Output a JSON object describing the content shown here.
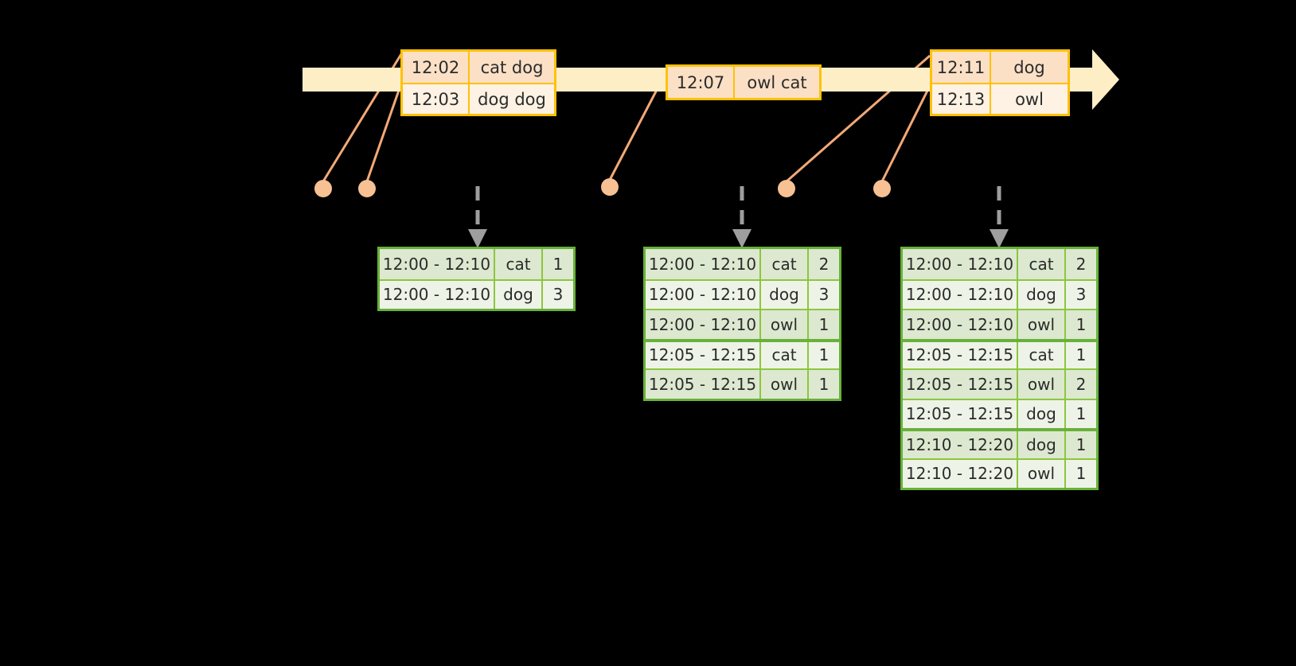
{
  "diagram": {
    "colors": {
      "background": "#000000",
      "timeline_fill": "#fdeec6",
      "event_border": "#ffc107",
      "event_fill": "#fdf2e3",
      "event_fill_shade": "#fbe0c6",
      "connector": "#f3a977",
      "dot": "#f7c193",
      "table_border": "#67b13a",
      "table_grid": "#8cc63f",
      "table_fill": "#eef3e7",
      "table_fill_shade": "#dde8d0",
      "arrow": "#9e9e9e",
      "text": "#2b2b2b"
    }
  },
  "timeline": {
    "events": [
      {
        "id": "evt-a",
        "rows": [
          {
            "time": "12:02",
            "words": "cat dog"
          },
          {
            "time": "12:03",
            "words": "dog dog"
          }
        ]
      },
      {
        "id": "evt-b",
        "rows": [
          {
            "time": "12:07",
            "words": "owl cat"
          }
        ]
      },
      {
        "id": "evt-c",
        "rows": [
          {
            "time": "12:11",
            "words": "dog"
          },
          {
            "time": "12:13",
            "words": "owl"
          }
        ]
      }
    ]
  },
  "tables": [
    {
      "id": "tbl-1",
      "rows": [
        {
          "window": "12:00 - 12:10",
          "key": "cat",
          "count": "1"
        },
        {
          "window": "12:00 - 12:10",
          "key": "dog",
          "count": "3"
        }
      ]
    },
    {
      "id": "tbl-2",
      "rows": [
        {
          "window": "12:00 - 12:10",
          "key": "cat",
          "count": "2"
        },
        {
          "window": "12:00 - 12:10",
          "key": "dog",
          "count": "3"
        },
        {
          "window": "12:00 - 12:10",
          "key": "owl",
          "count": "1"
        },
        {
          "window": "12:05 - 12:15",
          "key": "cat",
          "count": "1"
        },
        {
          "window": "12:05 - 12:15",
          "key": "owl",
          "count": "1"
        }
      ]
    },
    {
      "id": "tbl-3",
      "rows": [
        {
          "window": "12:00 - 12:10",
          "key": "cat",
          "count": "2"
        },
        {
          "window": "12:00 - 12:10",
          "key": "dog",
          "count": "3"
        },
        {
          "window": "12:00 - 12:10",
          "key": "owl",
          "count": "1"
        },
        {
          "window": "12:05 - 12:15",
          "key": "cat",
          "count": "1"
        },
        {
          "window": "12:05 - 12:15",
          "key": "owl",
          "count": "2"
        },
        {
          "window": "12:05 - 12:15",
          "key": "dog",
          "count": "1"
        },
        {
          "window": "12:10 - 12:20",
          "key": "dog",
          "count": "1"
        },
        {
          "window": "12:10 - 12:20",
          "key": "owl",
          "count": "1"
        }
      ]
    }
  ]
}
